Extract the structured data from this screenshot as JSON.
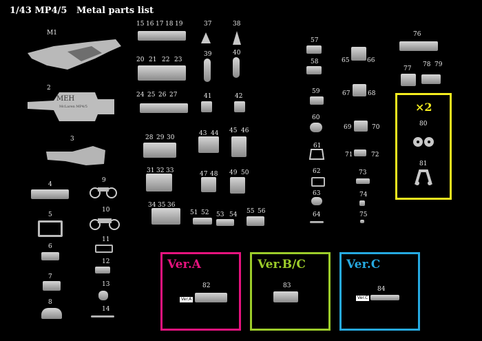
{
  "title": "1/43 MP4/5   Metal parts list",
  "labels": [
    "M1",
    "2",
    "3",
    "4",
    "5",
    "6",
    "7",
    "8",
    "9",
    "10",
    "11",
    "12",
    "13",
    "14",
    "15",
    "16",
    "17",
    "18",
    "19",
    "20",
    "21",
    "22",
    "23",
    "24",
    "25",
    "26",
    "27",
    "28",
    "29",
    "30",
    "31",
    "32",
    "33",
    "34",
    "35",
    "36",
    "37",
    "38",
    "39",
    "40",
    "41",
    "42",
    "43",
    "44",
    "45",
    "46",
    "47",
    "48",
    "49",
    "50",
    "51",
    "52",
    "53",
    "54",
    "55",
    "56",
    "57",
    "58",
    "59",
    "60",
    "61",
    "62",
    "63",
    "64",
    "65",
    "66",
    "67",
    "68",
    "69",
    "70",
    "71",
    "72",
    "73",
    "74",
    "75",
    "76",
    "77",
    "78",
    "79",
    "80",
    "81",
    "82",
    "83",
    "84"
  ],
  "part2_engraving": "MEH",
  "part2_small_text": "McLaren MP4/5",
  "boxes": {
    "multiplier": "×2",
    "ver_a": "Ver.A",
    "ver_bc": "Ver.B/C",
    "ver_c": "Ver.C",
    "ver_a_stamp": "Ver.A",
    "ver_c_stamp": "Ver.C"
  },
  "colors": {
    "background": "#000000",
    "yellow": "#f4ec1f",
    "magenta": "#e6137e",
    "green": "#9ccc2a",
    "cyan": "#26a9e0",
    "metal": "#c8c8c8"
  }
}
